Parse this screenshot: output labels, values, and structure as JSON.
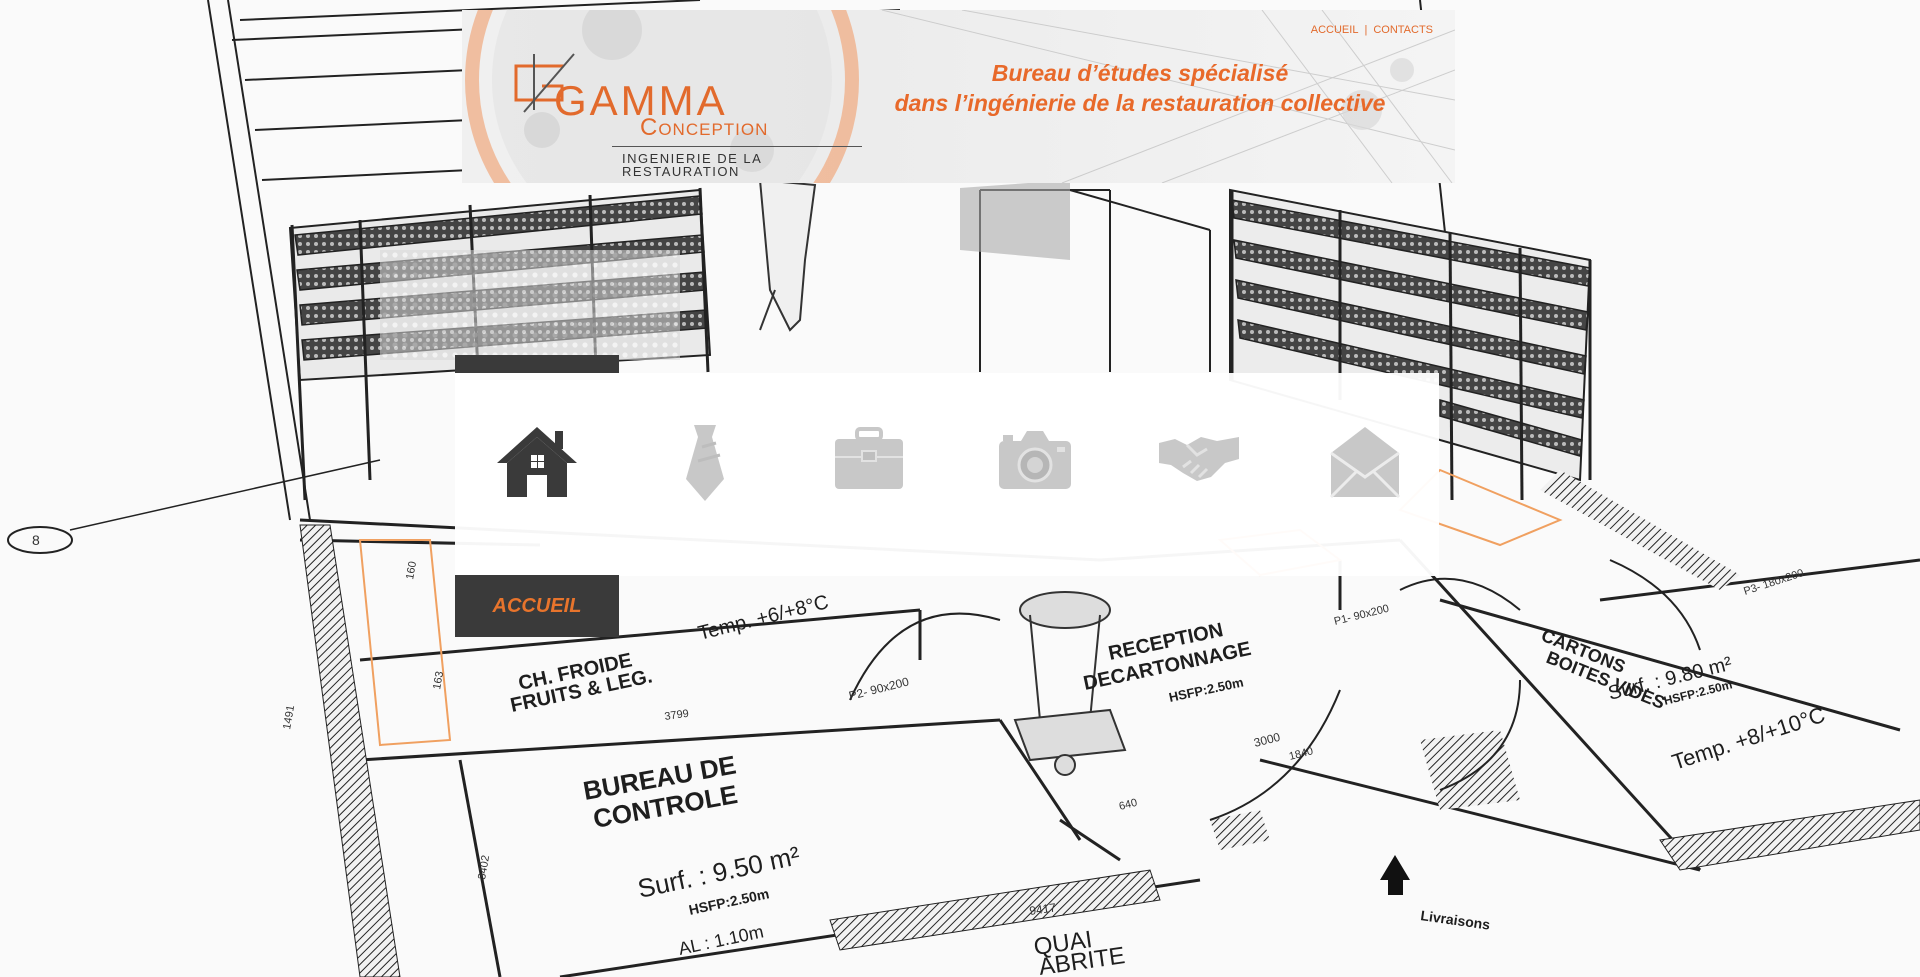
{
  "header": {
    "logo": {
      "brand_top": "GAMMA",
      "brand_bottom": "Conception",
      "subtitle": "INGENIERIE DE LA RESTAURATION"
    },
    "tagline_line1": "Bureau d’études spécialisé",
    "tagline_line2": "dans l’ingénierie de la restauration collective",
    "links": {
      "home": "ACCUEIL",
      "separator": "|",
      "contacts": "CONTACTS"
    }
  },
  "menu": {
    "active_label": "ACCUEIL",
    "items": [
      {
        "icon": "home-icon",
        "active": true
      },
      {
        "icon": "tie-icon",
        "active": false
      },
      {
        "icon": "briefcase-icon",
        "active": false
      },
      {
        "icon": "camera-icon",
        "active": false
      },
      {
        "icon": "handshake-icon",
        "active": false
      },
      {
        "icon": "envelope-icon",
        "active": false
      }
    ]
  },
  "blueprint": {
    "rooms": [
      {
        "line1": "CH. FROIDE",
        "line2": "FRUITS & LEG.",
        "note": "Temp. +6/+8°C"
      },
      {
        "line1": "BUREAU DE",
        "line2": "CONTROLE",
        "note": "Surf. : 9.50 m²",
        "note2": "HSFP:2.50m",
        "note3": "AL : 1.10m"
      },
      {
        "line1": "RECEPTION",
        "line2": "DECARTONNAGE",
        "note": "HSFP:2.50m"
      },
      {
        "line1": "CARTONS",
        "line2": "BOITES VIDES",
        "note": "Surf. : 9.80 m²",
        "note2": "HSFP:2.50m",
        "note3": "Temp. +8/+10°C"
      },
      {
        "line1": "QUAI",
        "line2": "ABRITE"
      }
    ],
    "doors": [
      "P2- 90x200",
      "P1- 90x200",
      "P3- 180x200"
    ],
    "dims": [
      "3799",
      "3000",
      "9417",
      "1840",
      "640",
      "160",
      "163",
      "1491",
      "3402",
      "8"
    ],
    "livraison": "Livraisons"
  },
  "colors": {
    "accent": "#e8692a",
    "dark_panel": "#3a3a3a",
    "icon_active": "#3a3a3a",
    "icon_inactive": "#c8c8c8"
  }
}
